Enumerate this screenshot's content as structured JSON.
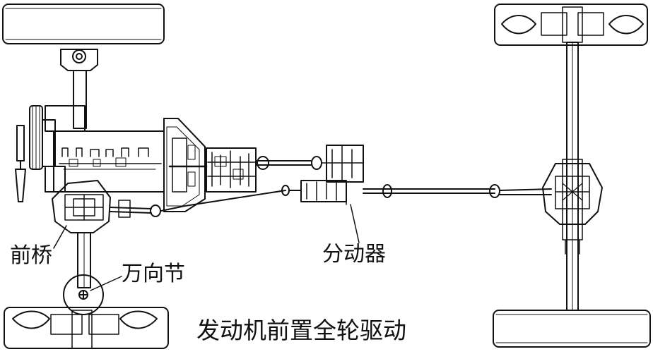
{
  "labels": {
    "front_axle": "前桥",
    "universal_joint": "万向节",
    "transfer_case": "分动器",
    "caption": "发动机前置全轮驱动"
  },
  "colors": {
    "line": "#111111",
    "background": "#ffffff"
  }
}
